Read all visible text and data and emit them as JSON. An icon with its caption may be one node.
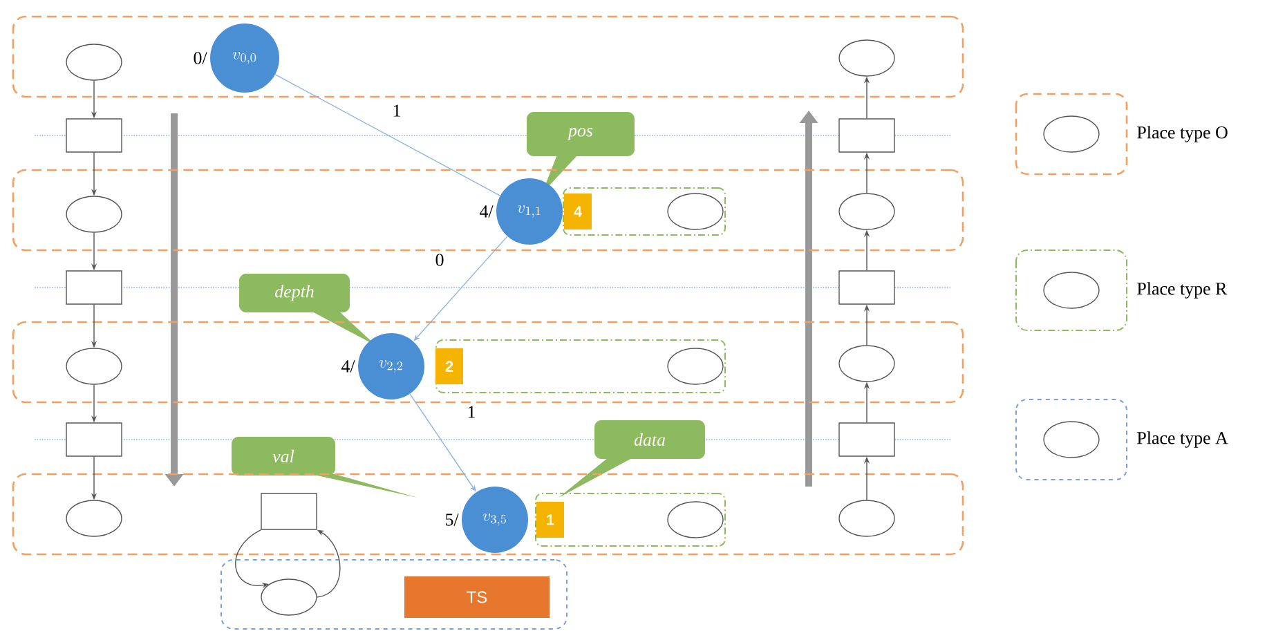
{
  "diagram": {
    "nodes": [
      {
        "text": [],
        "shape": "box"
      },
      {
        "text": [],
        "shape": "ellipse",
        "in": 0
      },
      {
        "text": [
          "v_{0,0}"
        ],
        "beside": [
          "0/"
        ],
        "in": 0
      },
      {
        "text": [],
        "shape": "ellipse",
        "in": 0
      },
      {
        "text": [],
        "shape": "box"
      },
      {
        "text": [],
        "shape": "box"
      },
      {
        "text": [
          "pos"
        ]
      },
      {
        "text": [],
        "shape": "box"
      },
      {
        "text": [],
        "shape": "ellipse",
        "in": 7
      },
      {
        "text": [
          "v_{1,1}"
        ],
        "beside": [
          "4/"
        ],
        "in": 7
      },
      {
        "text": [],
        "shape": "box",
        "in": 7
      },
      {
        "text": [
          "4"
        ],
        "in": 10
      },
      {
        "text": [],
        "shape": "ellipse",
        "in": 10
      },
      {
        "text": [],
        "shape": "ellipse",
        "in": 7
      },
      {
        "text": [],
        "shape": "box"
      },
      {
        "text": [],
        "shape": "box"
      },
      {
        "text": [
          "depth"
        ]
      },
      {
        "text": [],
        "shape": "box"
      },
      {
        "text": [],
        "shape": "ellipse",
        "in": 17
      },
      {
        "text": [
          "v_{2,2}"
        ],
        "beside": [
          "4/"
        ],
        "in": 17
      },
      {
        "text": [],
        "shape": "box",
        "in": 17
      },
      {
        "text": [
          "2"
        ],
        "in": 20
      },
      {
        "text": [],
        "shape": "ellipse",
        "in": 20
      },
      {
        "text": [],
        "shape": "ellipse",
        "in": 17
      },
      {
        "text": [],
        "shape": "box"
      },
      {
        "text": [
          "val"
        ]
      },
      {
        "text": [
          "data"
        ]
      },
      {
        "text": [],
        "shape": "box"
      },
      {
        "text": [],
        "shape": "box"
      },
      {
        "text": [],
        "shape": "ellipse",
        "in": 28
      },
      {
        "text": [],
        "shape": "box",
        "in": 28
      },
      {
        "text": [
          "v_{3,5}"
        ],
        "beside": [
          "5/"
        ],
        "in": 28
      },
      {
        "text": [],
        "shape": "box",
        "in": 28
      },
      {
        "text": [
          "1"
        ],
        "in": 32
      },
      {
        "text": [],
        "shape": "ellipse",
        "in": 32
      },
      {
        "text": [],
        "shape": "ellipse",
        "in": 28
      },
      {
        "text": [],
        "shape": "box"
      },
      {
        "text": [],
        "shape": "ellipse",
        "in": 36
      },
      {
        "text": [
          "TS"
        ],
        "in": 36
      }
    ],
    "edges": [
      {
        "from": 1,
        "to": 4,
        "arrow": "to"
      },
      {
        "from": 4,
        "to": 8,
        "arrow": "to"
      },
      {
        "from": 8,
        "to": 14,
        "arrow": "to"
      },
      {
        "from": 14,
        "to": 18,
        "arrow": "to"
      },
      {
        "from": 18,
        "to": 24,
        "arrow": "to"
      },
      {
        "from": 24,
        "to": 29,
        "arrow": "to"
      },
      {
        "from": 35,
        "to": 27,
        "arrow": "to"
      },
      {
        "from": 27,
        "to": 23,
        "arrow": "to"
      },
      {
        "from": 23,
        "to": 15,
        "arrow": "to"
      },
      {
        "from": 15,
        "to": 13,
        "arrow": "to"
      },
      {
        "from": 13,
        "to": 5,
        "arrow": "to"
      },
      {
        "from": 5,
        "to": 3,
        "arrow": "to"
      },
      {
        "from": 2,
        "to": 9,
        "arrow": "none",
        "label": "1",
        "color": "#8fb4e3"
      },
      {
        "from": 9,
        "to": 19,
        "arrow": "to",
        "label": "0",
        "color": "#8fb4e3"
      },
      {
        "from": 19,
        "to": 31,
        "arrow": "to",
        "label": "1",
        "color": "#8fb4e3"
      },
      {
        "from": 30,
        "to": 37,
        "arrow": "to"
      },
      {
        "from": 37,
        "to": 30,
        "arrow": "to"
      }
    ],
    "legend": [
      {
        "text": "Place type O"
      },
      {
        "text": "Place type R"
      },
      {
        "text": "Place type A"
      }
    ]
  }
}
